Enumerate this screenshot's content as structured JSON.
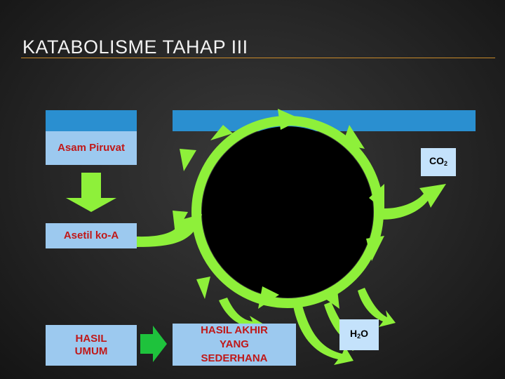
{
  "title": "KATABOLISME TAHAP III",
  "boxes": {
    "asam_piruvat": "Asam Piruvat",
    "asetil_koa": "Asetil ko-A",
    "hasil_umum": "HASIL UMUM",
    "hasil_akhir": "HASIL AKHIR YANG SEDERHANA",
    "co2": {
      "base": "CO",
      "sub": "2"
    },
    "h2o": {
      "base": "H",
      "sub": "2",
      "tail": "O"
    }
  },
  "colors": {
    "cycle_green": "#8ef03a",
    "box_blue": "#9cc9ef",
    "box_blue_light": "#c4e2fb",
    "strip_blue": "#2a8fd0",
    "text_red": "#c01818",
    "arrow_green": "#1ec23c",
    "accent_rule": "#c98a2a"
  }
}
